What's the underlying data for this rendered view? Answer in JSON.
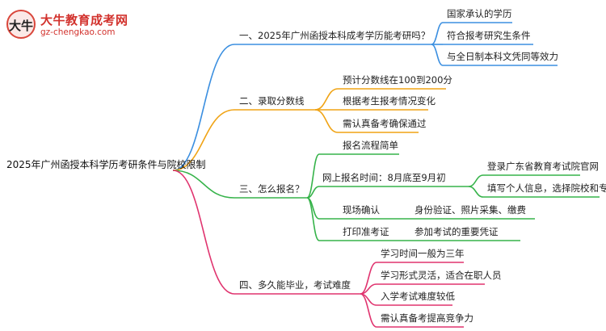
{
  "logo": {
    "badge_text": "大牛",
    "title": "大牛教育成考网",
    "url": "gz-chengkao.com"
  },
  "mindmap": {
    "root": "2025年广州函授本科学历考研条件与院校限制",
    "branches": [
      {
        "label": "一、2025年广州函授本科成考学历能考研吗？",
        "color": "#3b8fe0",
        "children": [
          {
            "label": "国家承认的学历"
          },
          {
            "label": "符合报考研究生条件"
          },
          {
            "label": "与全日制本科文凭同等效力"
          }
        ]
      },
      {
        "label": "二、录取分数线",
        "color": "#f0a314",
        "children": [
          {
            "label": "预计分数线在100到200分"
          },
          {
            "label": "根据考生报考情况变化"
          },
          {
            "label": "需认真备考确保通过"
          }
        ]
      },
      {
        "label": "三、怎么报名？",
        "color": "#36b34a",
        "children": [
          {
            "label": "报名流程简单"
          },
          {
            "label": "网上报名时间：8月底至9月初",
            "children": [
              {
                "label": "登录广东省教育考试院官网"
              },
              {
                "label": "填写个人信息，选择院校和专业"
              }
            ]
          },
          {
            "label": "现场确认",
            "children": [
              {
                "label": "身份验证、照片采集、缴费"
              }
            ]
          },
          {
            "label": "打印准考证",
            "children": [
              {
                "label": "参加考试的重要凭证"
              }
            ]
          }
        ]
      },
      {
        "label": "四、多久能毕业，考试难度",
        "color": "#e0346f",
        "children": [
          {
            "label": "学习时间一般为三年"
          },
          {
            "label": "学习形式灵活，适合在职人员"
          },
          {
            "label": "入学考试难度较低"
          },
          {
            "label": "需认真备考提高竞争力"
          }
        ]
      }
    ]
  }
}
